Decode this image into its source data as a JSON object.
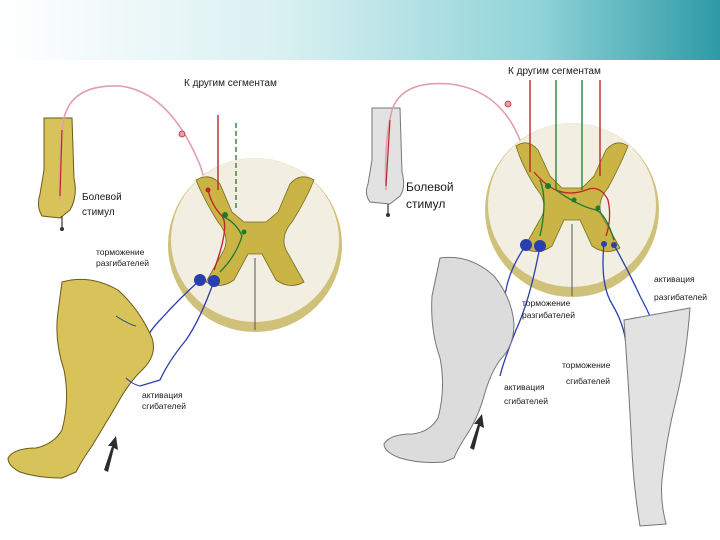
{
  "left_panel": {
    "other_segments": "К другим сегментам",
    "pain_stimulus_line1": "Болевой",
    "pain_stimulus_line2": "стимул",
    "flexor_inhibition_line1": "торможение",
    "flexor_inhibition_line2": "разгибателей",
    "flexor_activation_line1": "активация",
    "flexor_activation_line2": "сгибателей"
  },
  "right_panel": {
    "other_segments": "К другим сегментам",
    "pain_stimulus_line1": "Болевой",
    "pain_stimulus_line2": "стимул",
    "extensor_activation_line1": "активация",
    "extensor_activation_line2": "разгибателей",
    "extensor_inhibition_line1": "торможение",
    "extensor_inhibition_line2": "разгибателей",
    "flexor_inhibition_line1": "торможение",
    "flexor_inhibition_line2": "сгибателей",
    "flexor_activation_line1": "активация",
    "flexor_activation_line2": "сгибателей"
  },
  "colors": {
    "cord_white": "#f2efe2",
    "gray_matter": "#c9b445",
    "limb_yellow": "#d8c25a",
    "limb_gray": "#dcdcdc",
    "sensory_red": "#c0242a",
    "interneuron_green": "#1d7a2c",
    "motor_blue": "#2a3fae",
    "stimulus_pink": "#e0a0aa"
  }
}
